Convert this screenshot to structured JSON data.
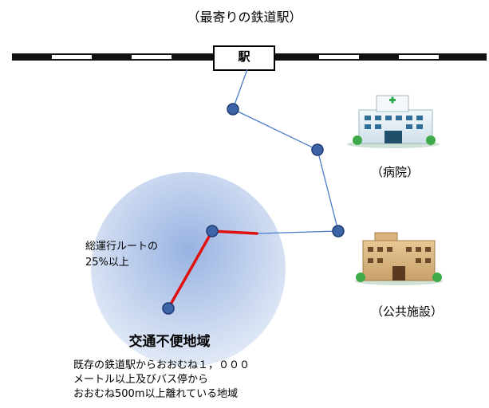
{
  "title": "（最寄りの鉄道駅）",
  "station": "駅",
  "hospital_label": "（病院）",
  "public_facility_label": "（公共施設）",
  "route_label": "総運行ルートの\n25%以上",
  "area_title": "交通不便地域",
  "area_description": "既存の鉄道駅からおおむね１，０００\nメートル以上及びバス停から\nおおむね500m以上離れている地域",
  "colors": {
    "route_line": "#4a7bc8",
    "red_segment": "#e01010",
    "stop_fill": "#3e64a8",
    "circle_center": "#a9c0e6",
    "circle_edge": "#dde7f5"
  },
  "icons": [
    "hospital-icon",
    "public-facility-icon"
  ]
}
